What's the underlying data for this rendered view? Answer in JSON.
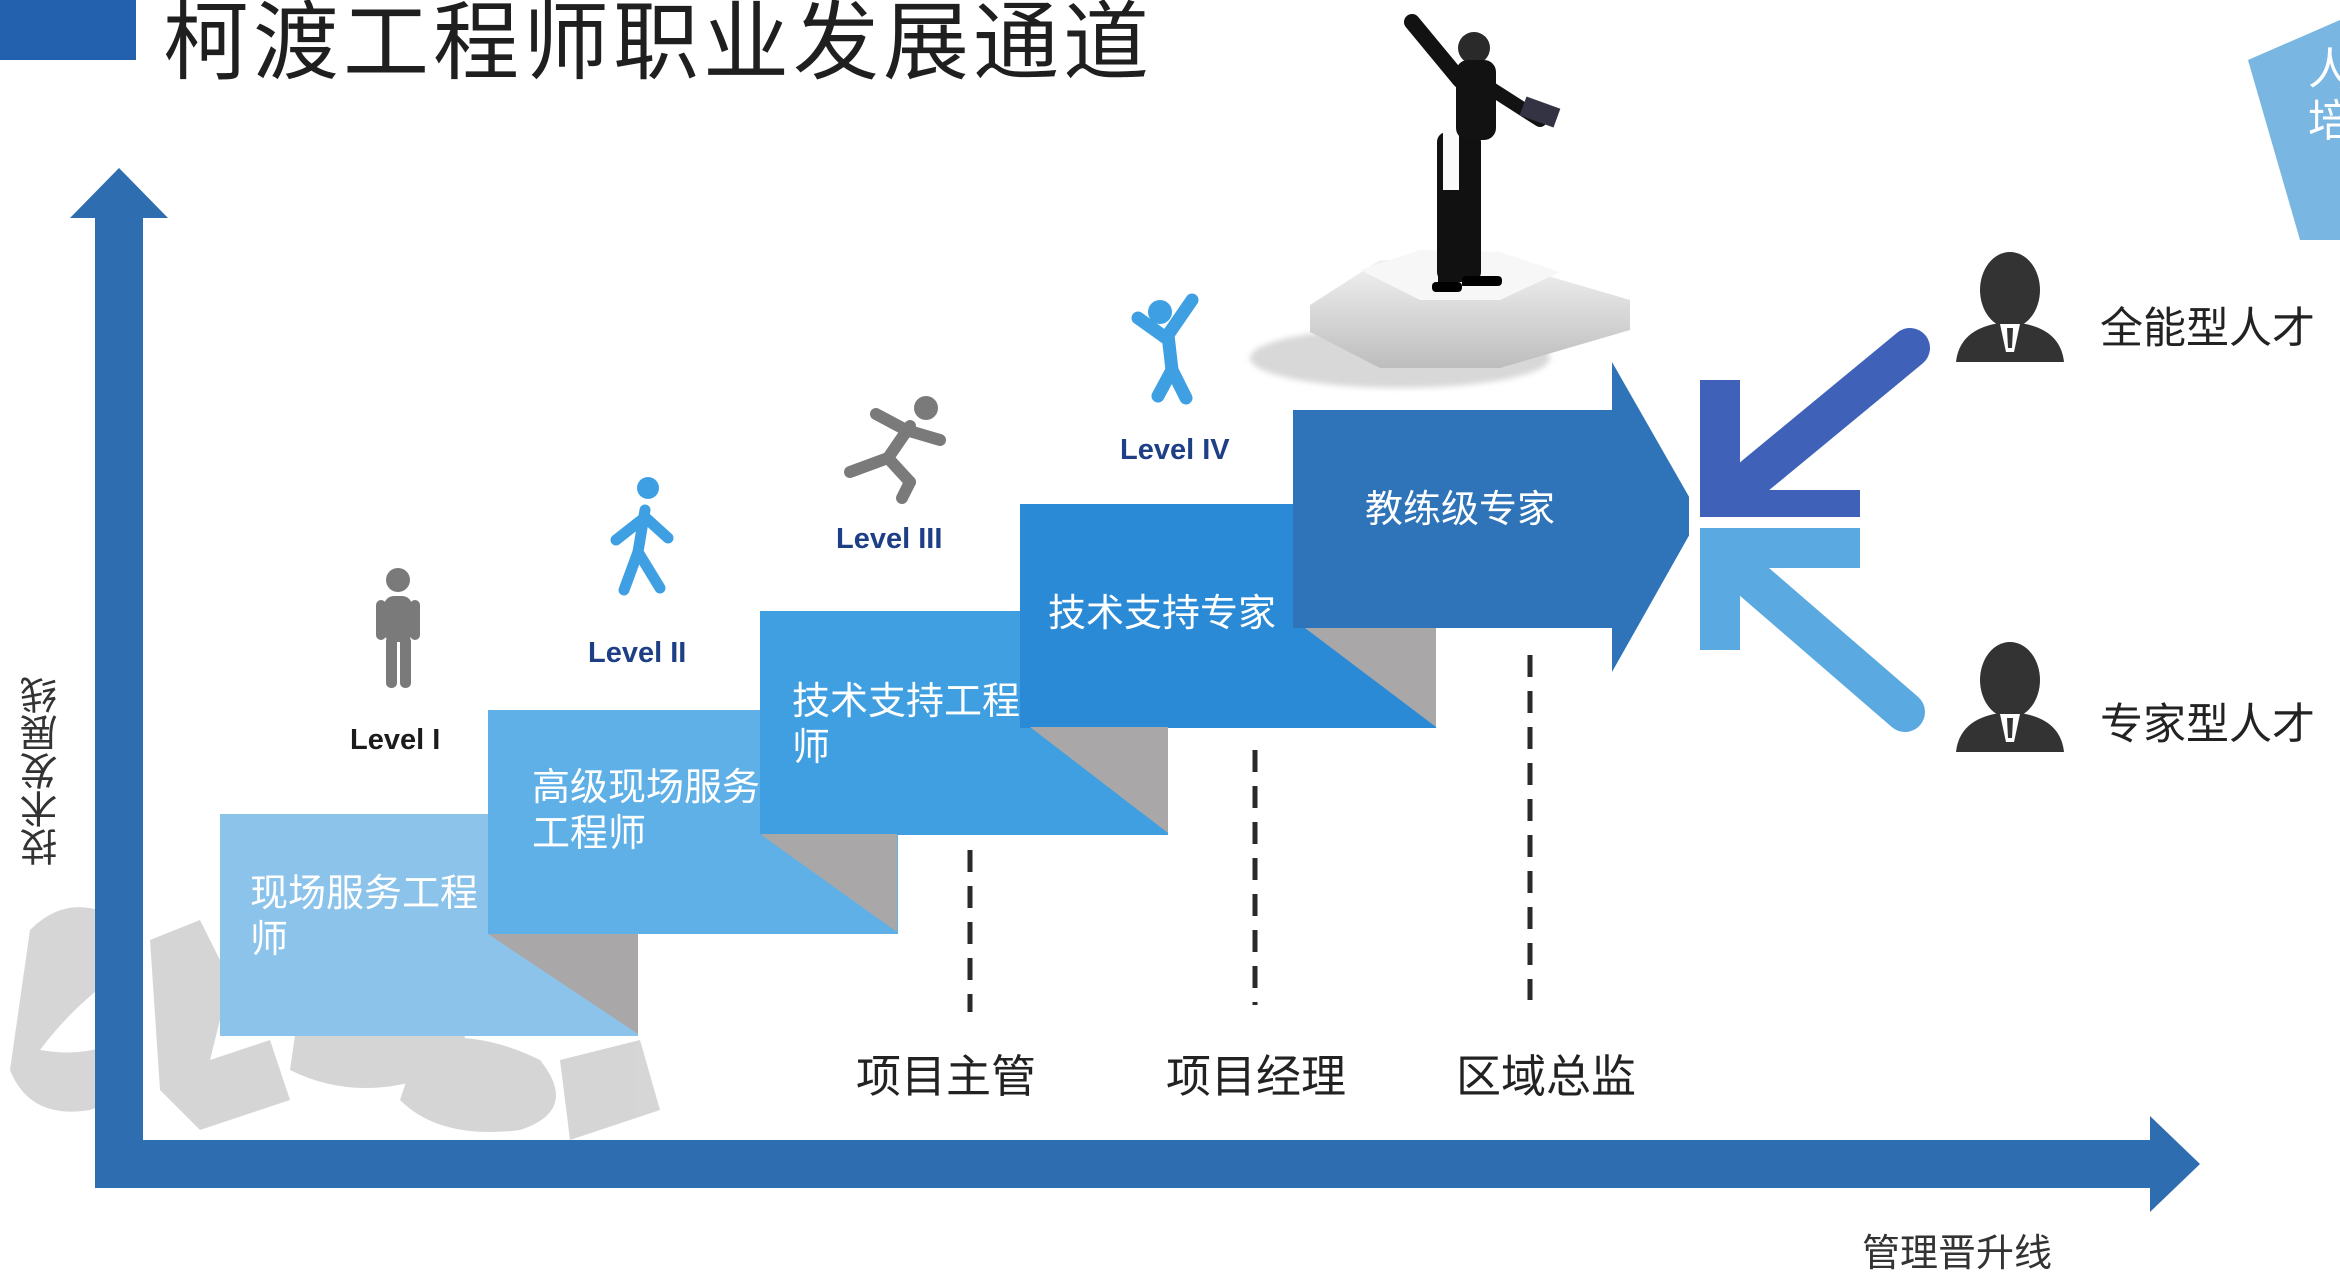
{
  "title": "柯渡工程师职业发展通道",
  "axes": {
    "vertical_label": "技术发展线",
    "horizontal_label": "管理晋升线"
  },
  "steps": [
    {
      "level": "Level I",
      "label_lines": [
        "现场服务工程",
        "师"
      ],
      "color": "#8cc3ea"
    },
    {
      "level": "Level II",
      "label_lines": [
        "高级现场服务",
        "工程师"
      ],
      "color": "#5fb0e6"
    },
    {
      "level": "Level III",
      "label_lines": [
        "技术支持工程",
        "师"
      ],
      "color": "#3f9fe0"
    },
    {
      "level": "Level IV",
      "label_lines": [
        "技术支持专家"
      ],
      "color": "#2b8ad6"
    },
    {
      "level": "",
      "label_lines": [
        "教练级专家"
      ],
      "color": "#2f74b8"
    }
  ],
  "management_roles": [
    "项目主管",
    "项目经理",
    "区域总监"
  ],
  "talent_types": [
    "全能型人才",
    "专家型人才"
  ],
  "corner_partial_text": [
    "人",
    "培"
  ],
  "watermark_text": "红人馆",
  "colors": {
    "axis": "#2e6db0",
    "level_gray": "#1b1b1b",
    "level_blue": "#1e3f85",
    "figure_gray": "#7a7a7a",
    "figure_blue": "#3ea0e2",
    "shadow": "#a9a7a8",
    "converge_dark": "#3f62b8",
    "converge_light": "#5aa9e0"
  }
}
